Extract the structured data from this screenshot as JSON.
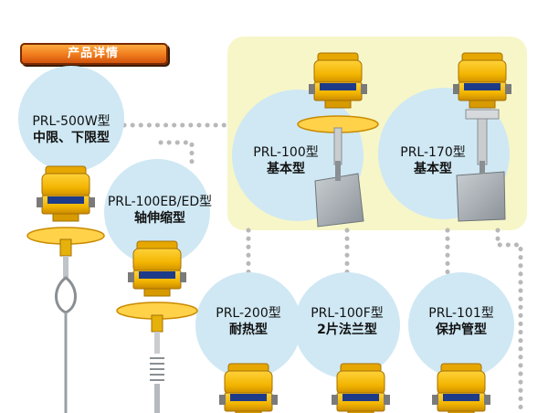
{
  "header": {
    "title": "产品详情"
  },
  "products": [
    {
      "id": "prl-500w",
      "model": "PRL-500W型",
      "type": "中限、下限型"
    },
    {
      "id": "prl-100eb",
      "model": "PRL-100EB/ED型",
      "type": "轴伸缩型"
    },
    {
      "id": "prl-100",
      "model": "PRL-100型",
      "type": "基本型"
    },
    {
      "id": "prl-170",
      "model": "PRL-170型",
      "type": "基本型"
    },
    {
      "id": "prl-200",
      "model": "PRL-200型",
      "type": "耐热型"
    },
    {
      "id": "prl-100f",
      "model": "PRL-100F型",
      "type": "2片法兰型"
    },
    {
      "id": "prl-101",
      "model": "PRL-101型",
      "type": "保护管型"
    }
  ],
  "colors": {
    "housing": "#f2b400",
    "housing_dark": "#c98a00",
    "flange": "#ffd24a",
    "circle": "#cfe8f4",
    "panel": "#f7f6c8",
    "paddle": "#a9b0b6",
    "dots": "#b8b8b8"
  }
}
